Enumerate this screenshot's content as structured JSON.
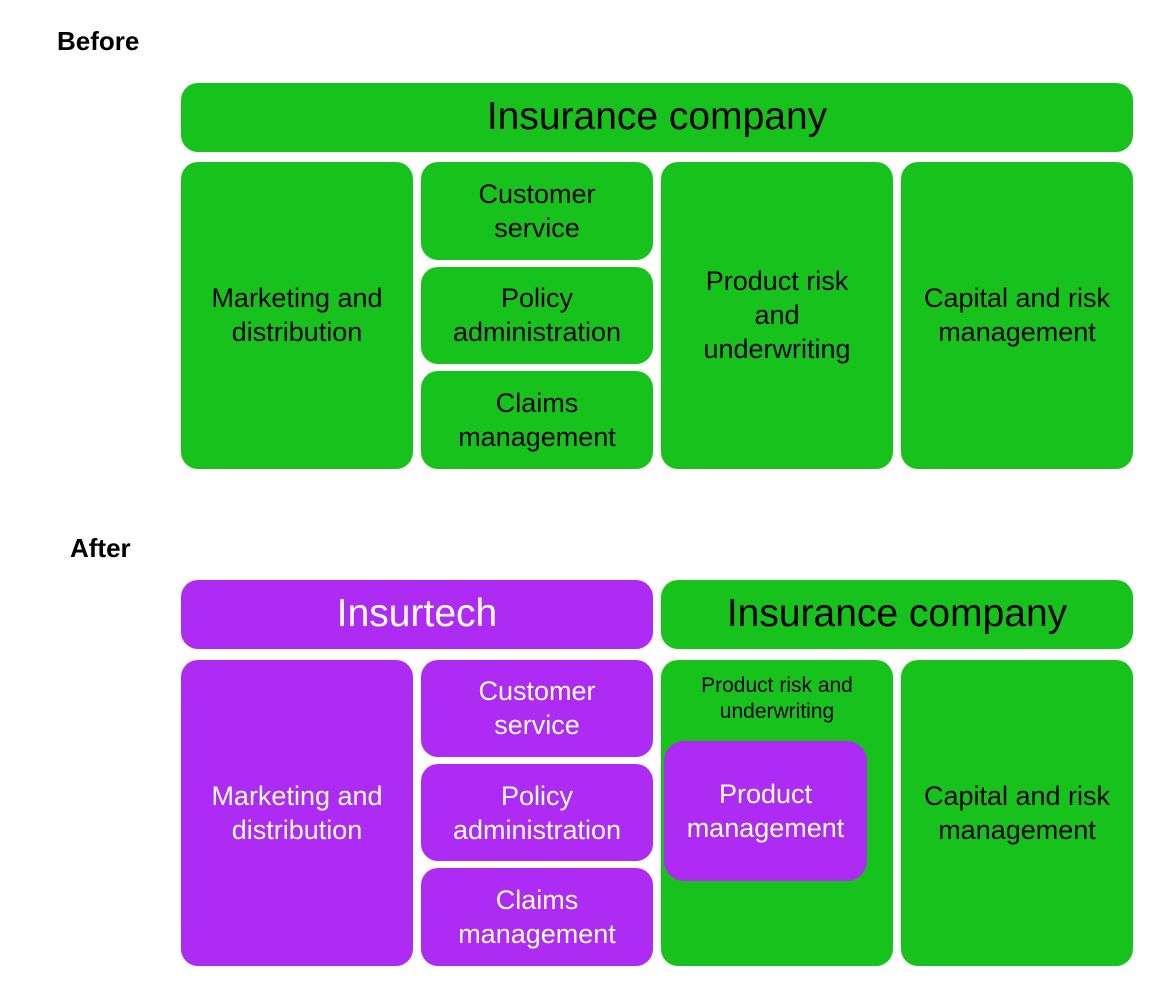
{
  "colors": {
    "green": "#17c21d",
    "purple": "#ad2bf2",
    "green_text": "#000000",
    "purple_text": "#ffffff",
    "label_text": "#000000",
    "background": "#ffffff"
  },
  "before": {
    "section_label": "Before",
    "header": "Insurance company",
    "marketing": "Marketing and\ndistribution",
    "customer_service": "Customer\nservice",
    "policy_administration": "Policy\nadministration",
    "claims_management": "Claims\nmanagement",
    "product_risk": "Product risk\nand\nunderwriting",
    "capital_risk": "Capital and risk\nmanagement"
  },
  "after": {
    "section_label": "After",
    "header_insurtech": "Insurtech",
    "header_insurance_company": "Insurance company",
    "marketing": "Marketing and\ndistribution",
    "customer_service": "Customer\nservice",
    "policy_administration": "Policy\nadministration",
    "claims_management": "Claims\nmanagement",
    "product_risk_title": "Product risk and\nunderwriting",
    "product_management": "Product\nmanagement",
    "capital_risk": "Capital and risk\nmanagement"
  }
}
